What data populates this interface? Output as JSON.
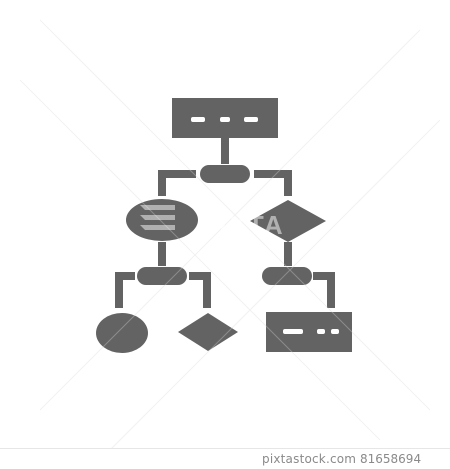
{
  "image": {
    "subject": "flowchart-icon",
    "icon_color": "#636363",
    "background_color": "#ffffff"
  },
  "watermark": {
    "text": "PIXTA",
    "color": "#ffffff"
  },
  "footer": {
    "site": "pixtastock.com",
    "id": "81658694",
    "text_color": "#8a8a8a"
  }
}
